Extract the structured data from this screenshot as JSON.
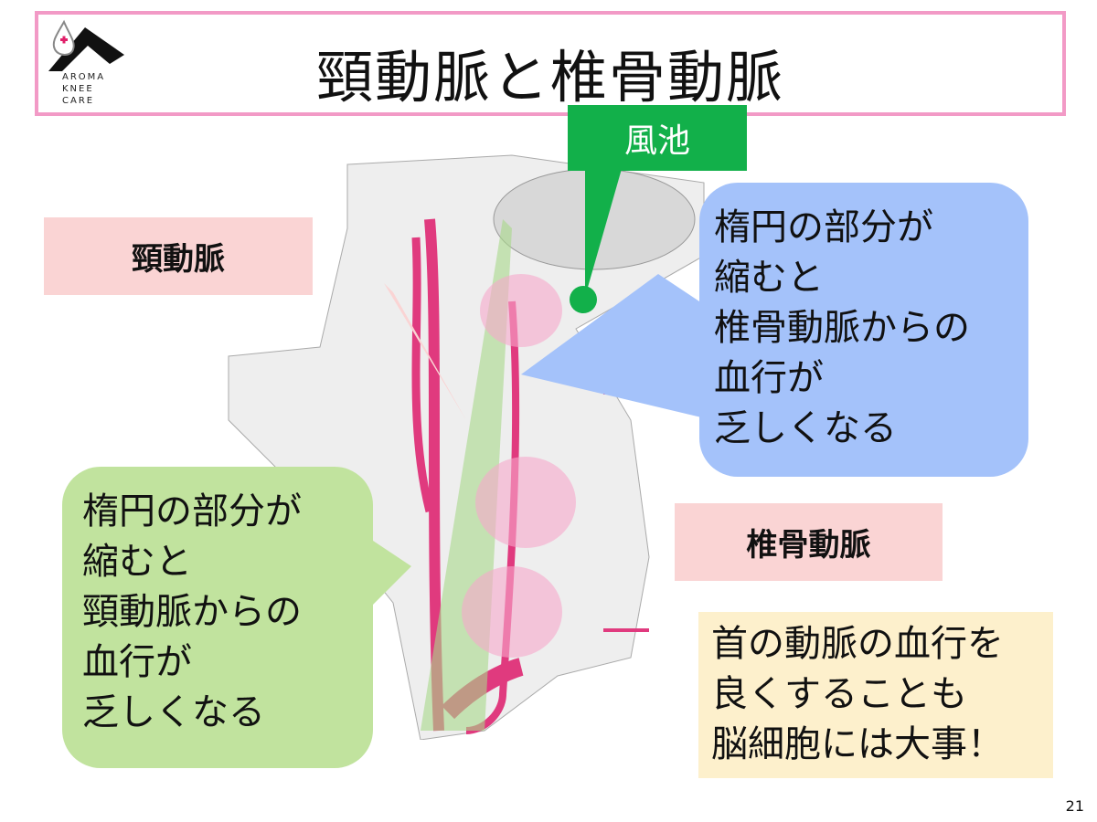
{
  "title": "頸動脈と椎骨動脈",
  "logo": {
    "text_lines": [
      "AROMA",
      "KNEE",
      "CARE"
    ]
  },
  "labels": {
    "carotid": "頸動脈",
    "vertebral": "椎骨動脈",
    "fuchi": "風池"
  },
  "blue_bubble": [
    "楕円の部分が",
    "縮むと",
    "椎骨動脈からの",
    "血行が",
    "乏しくなる"
  ],
  "green_bubble": [
    "楕円の部分が",
    "縮むと",
    "頸動脈からの",
    "血行が",
    "乏しくなる"
  ],
  "note": [
    "首の動脈の血行を",
    "良くすることも",
    "脳細胞には大事！"
  ],
  "page_number": "21",
  "colors": {
    "border": "#f29ac6",
    "pink": "#fad4d4",
    "blue": "#a4c2fa",
    "green": "#c1e39e",
    "note": "#fdf0cc",
    "tag": "#12b04a",
    "artery": "#e03a7e"
  }
}
